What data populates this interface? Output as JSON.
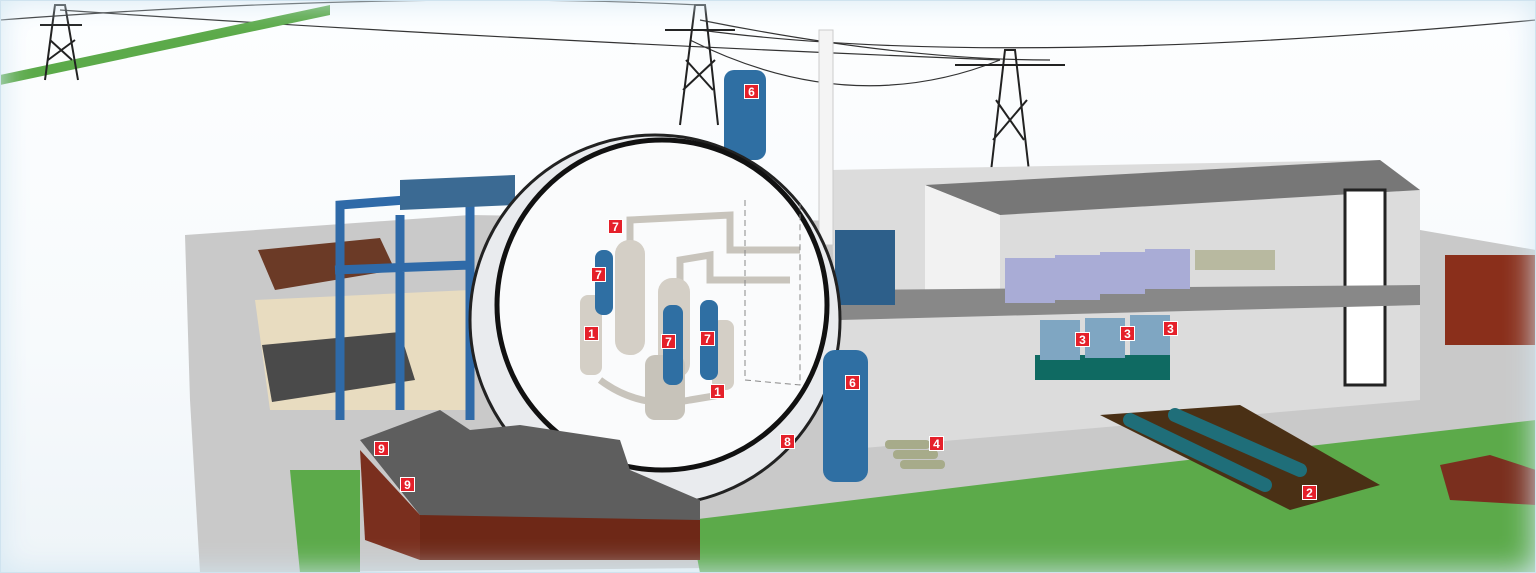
{
  "diagram": {
    "labels": [
      "6",
      "7",
      "7",
      "1",
      "7",
      "7",
      "1",
      "6",
      "3",
      "3",
      "3",
      "4",
      "8",
      "9",
      "9",
      "2"
    ],
    "colors": {
      "label_bg": "#e5202a",
      "component_blue": "#2f6fa3",
      "building_brown": "#7a2f1e",
      "grass": "#5caa4a",
      "floor_gray": "#c9c9c9"
    }
  }
}
